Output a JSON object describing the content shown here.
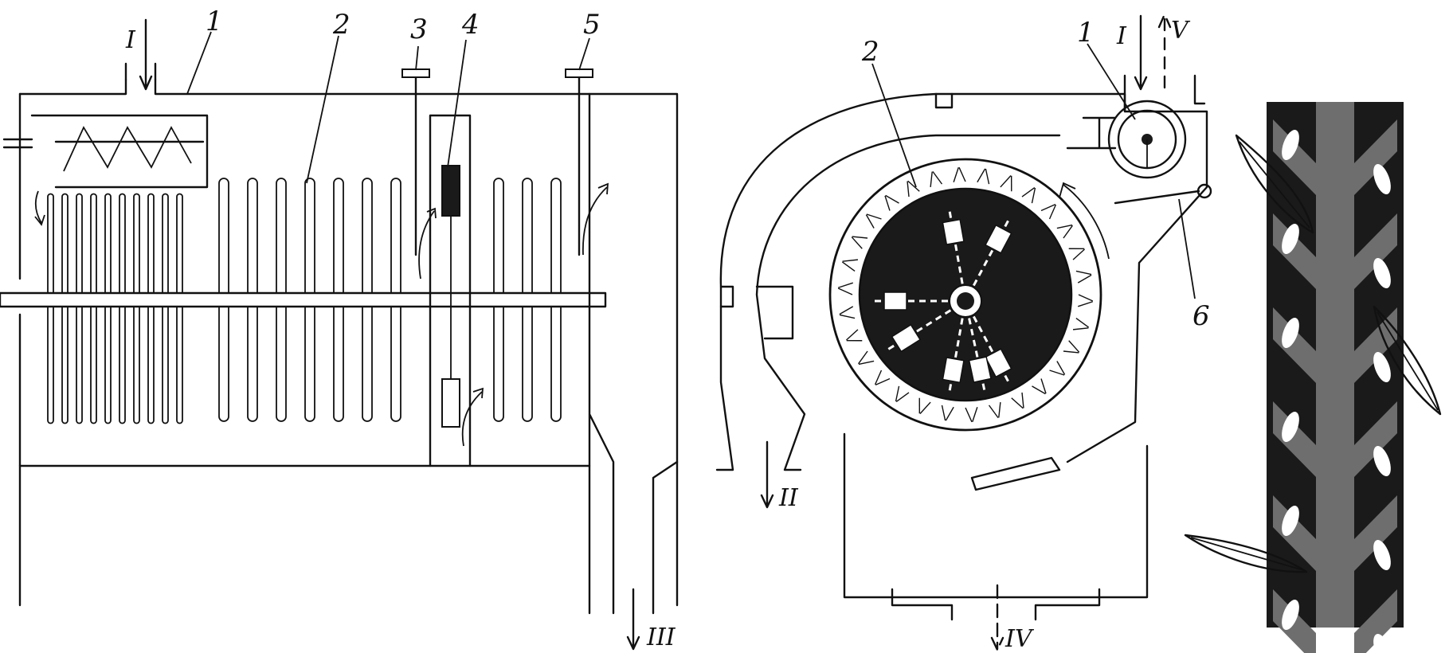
{
  "callouts": {
    "c1": "1",
    "c2": "2",
    "c3": "3",
    "c4": "4",
    "c5": "5",
    "c1b": "1",
    "c2b": "2",
    "c6": "6"
  },
  "streams": {
    "s1": "I",
    "s3": "III",
    "s1b": "I",
    "s5": "V",
    "s2": "II",
    "s4": "IV"
  },
  "colors": {
    "ink": "#111111",
    "drum_fill": "#1a1a1a",
    "strip_fill": "#6e6e6e"
  }
}
